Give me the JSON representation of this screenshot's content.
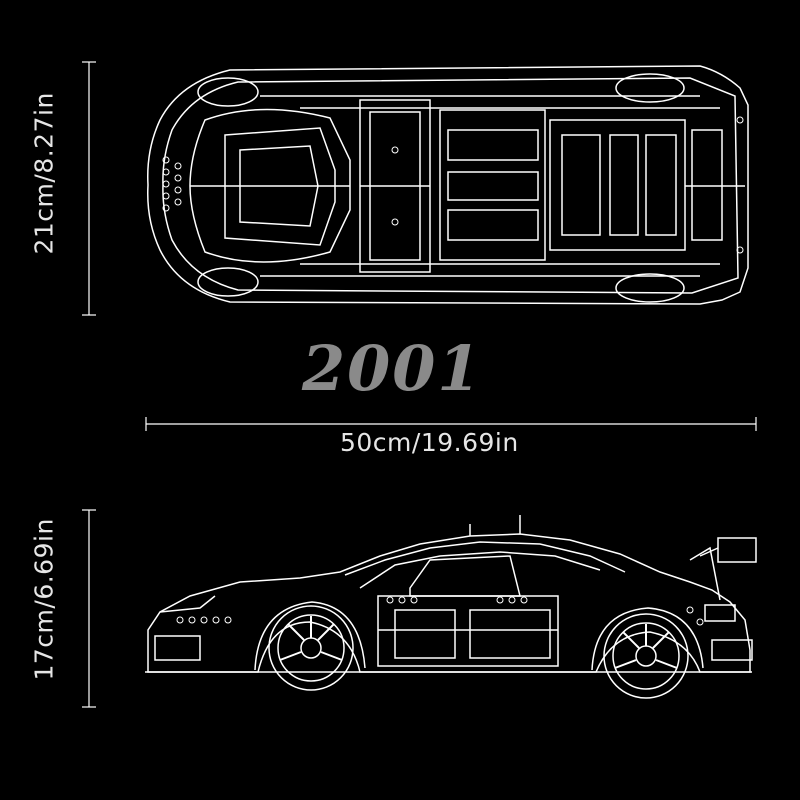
{
  "model_number": "2001",
  "dimensions": {
    "top_height": "21cm/8.27in",
    "length": "50cm/19.69in",
    "side_height": "17cm/6.69in"
  },
  "colors": {
    "background": "#000000",
    "line": "#ffffff",
    "model_number": "#8a8a8a"
  }
}
